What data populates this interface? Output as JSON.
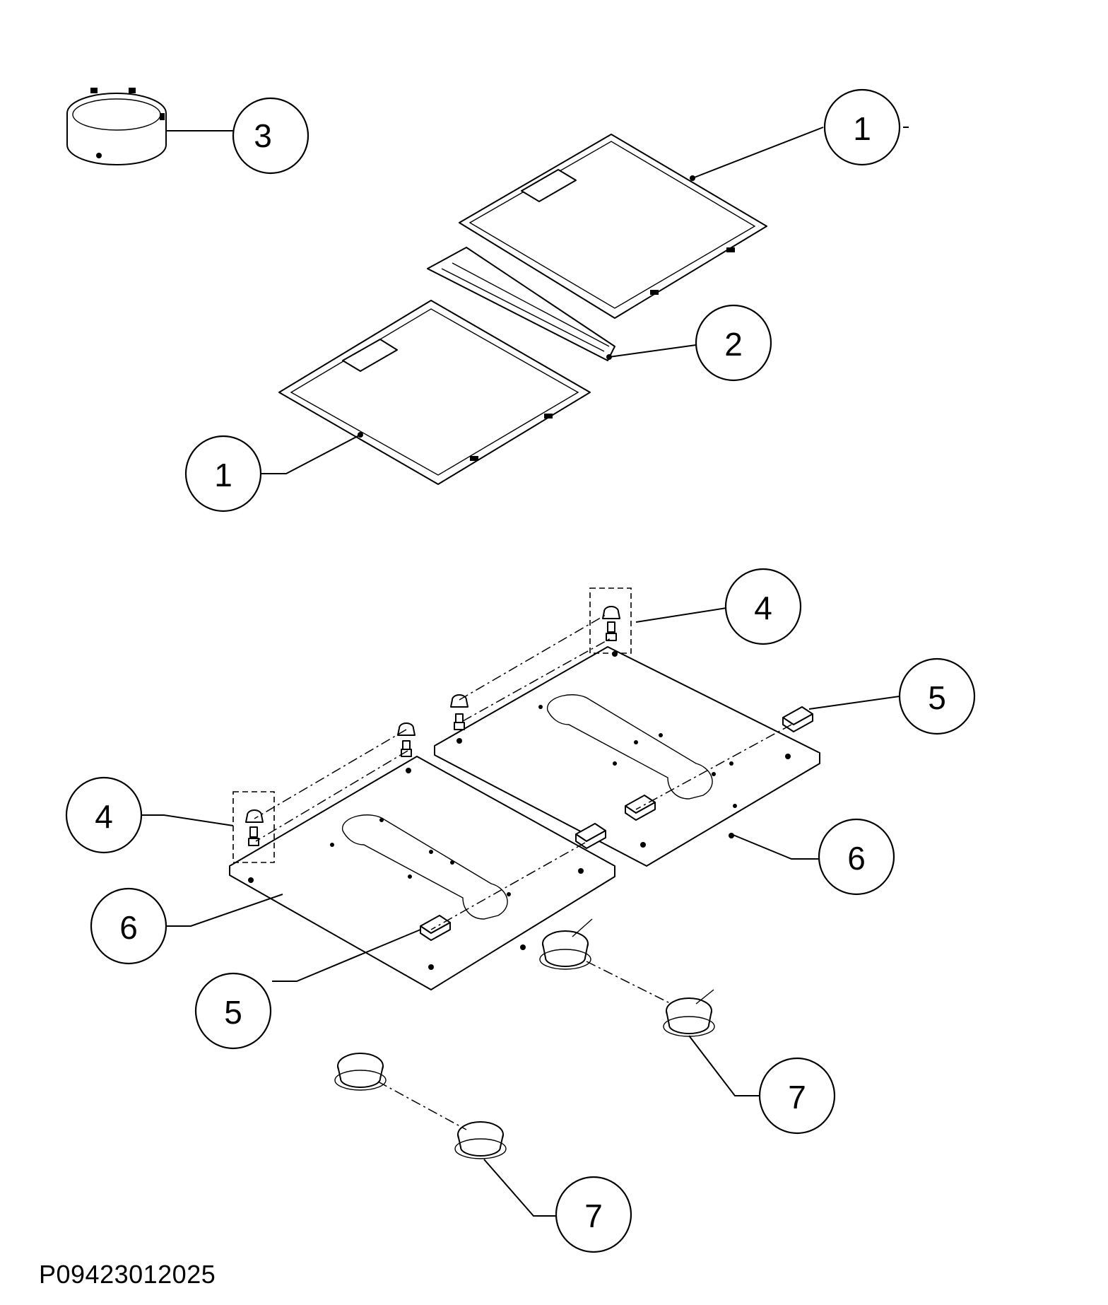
{
  "document_code": "P09423012025",
  "callouts": {
    "filter_right": "1",
    "filter_left": "1",
    "center_strip": "2",
    "collar": "3",
    "clip_upper": "4",
    "clip_left": "4",
    "hinge_right": "5",
    "hinge_left": "5",
    "panel_right": "6",
    "panel_left": "6",
    "lamp_right": "7",
    "lamp_left": "7"
  }
}
